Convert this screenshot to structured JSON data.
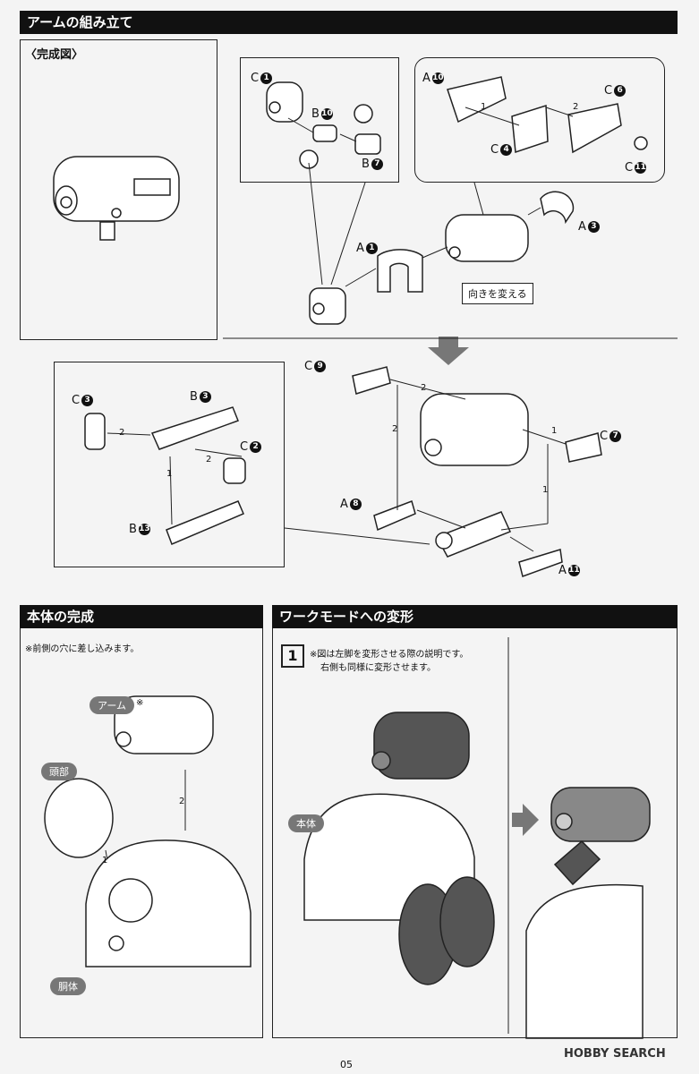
{
  "sections": {
    "arm_assembly": {
      "title": "アームの組み立て",
      "completed_label": "〈完成図〉",
      "callout": "向きを変える",
      "parts": {
        "c1": {
          "letter": "C",
          "num": "1"
        },
        "b10": {
          "letter": "B",
          "num": "10"
        },
        "b7": {
          "letter": "B",
          "num": "7"
        },
        "a10": {
          "letter": "A",
          "num": "10"
        },
        "c6": {
          "letter": "C",
          "num": "6"
        },
        "c4": {
          "letter": "C",
          "num": "4"
        },
        "c11": {
          "letter": "C",
          "num": "11"
        },
        "a3": {
          "letter": "A",
          "num": "3"
        },
        "a1": {
          "letter": "A",
          "num": "1"
        },
        "c9": {
          "letter": "C",
          "num": "9"
        },
        "c3": {
          "letter": "C",
          "num": "3"
        },
        "b3": {
          "letter": "B",
          "num": "3"
        },
        "c2": {
          "letter": "C",
          "num": "2"
        },
        "c7": {
          "letter": "C",
          "num": "7"
        },
        "b13": {
          "letter": "B",
          "num": "13"
        },
        "a8": {
          "letter": "A",
          "num": "8"
        },
        "a11": {
          "letter": "A",
          "num": "11"
        }
      }
    },
    "body_completion": {
      "title": "本体の完成",
      "note": "※前側の穴に差し込みます。",
      "arm_tag": "アーム",
      "arm_mark": "※",
      "head_tag": "頭部",
      "torso_tag": "胴体"
    },
    "work_mode": {
      "title": "ワークモードへの変形",
      "step": "1",
      "note_line1": "※図は左脚を変形させる際の説明です。",
      "note_line2": "右側も同様に変形させます。",
      "body_tag": "本体"
    }
  },
  "steps": {
    "s1": "1",
    "s2": "2"
  },
  "footer": {
    "page_number": "05",
    "watermark": "HOBBY SEARCH"
  }
}
